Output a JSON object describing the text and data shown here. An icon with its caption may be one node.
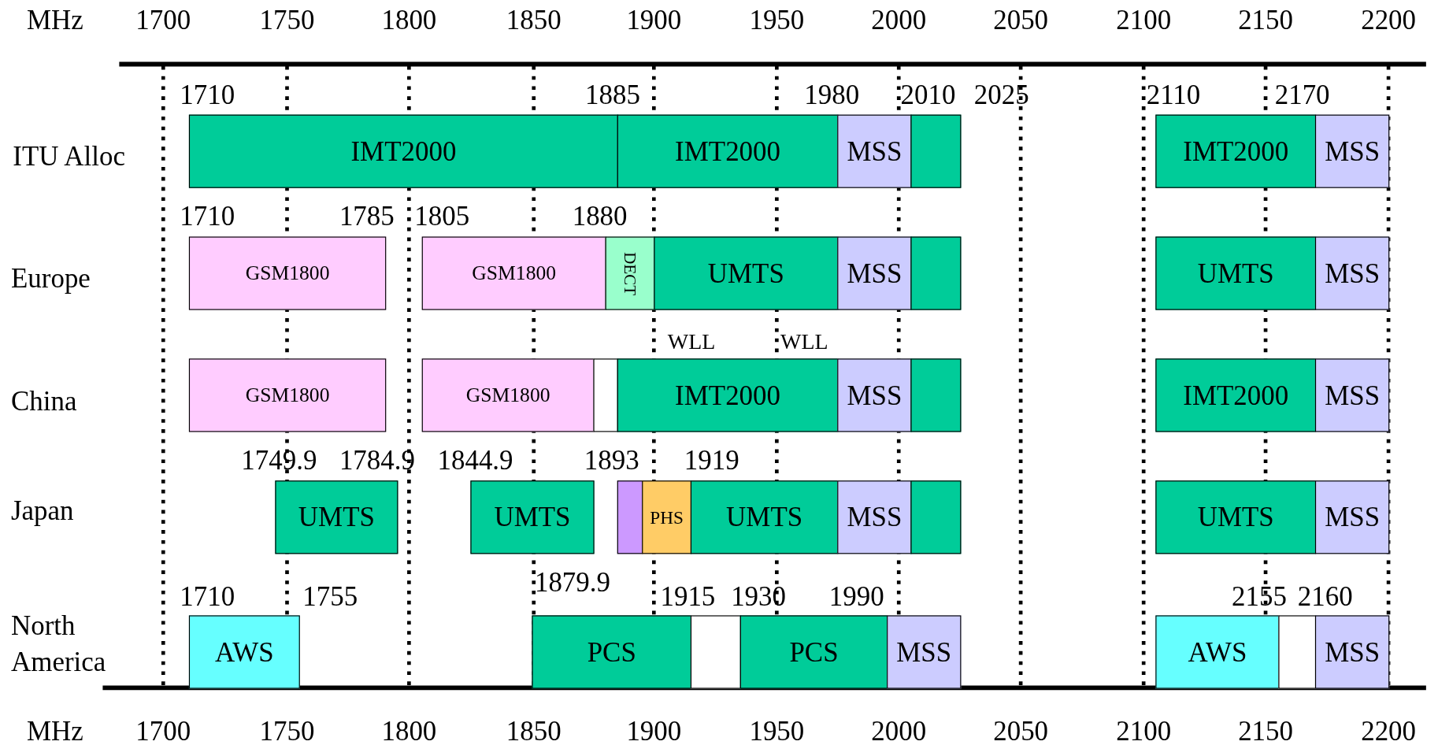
{
  "diagram": {
    "nodes": [
      {
        "text": [
          "IMT2000"
        ]
      },
      {
        "text": [
          "IMT2000"
        ]
      },
      {
        "text": [
          "MSS"
        ]
      },
      {
        "text": [],
        "shape": "bar"
      },
      {
        "text": [
          "IMT2000"
        ]
      },
      {
        "text": [
          "MSS"
        ]
      },
      {
        "text": [
          "GSM1800"
        ]
      },
      {
        "text": [
          "GSM1800"
        ]
      },
      {
        "text": [
          "DECT"
        ]
      },
      {
        "text": [
          "UMTS"
        ]
      },
      {
        "text": [
          "MSS"
        ]
      },
      {
        "text": [],
        "shape": "bar"
      },
      {
        "text": [
          "UMTS"
        ]
      },
      {
        "text": [
          "MSS"
        ]
      },
      {
        "text": [
          "GSM1800"
        ]
      },
      {
        "text": [
          "GSM1800"
        ]
      },
      {
        "text": [],
        "shape": "bar"
      },
      {
        "text": [
          "IMT2000"
        ]
      },
      {
        "text": [
          "MSS"
        ]
      },
      {
        "text": [],
        "shape": "bar"
      },
      {
        "text": [
          "IMT2000"
        ]
      },
      {
        "text": [
          "MSS"
        ]
      },
      {
        "text": [
          "UMTS"
        ]
      },
      {
        "text": [
          "UMTS"
        ]
      },
      {
        "text": [],
        "shape": "bar"
      },
      {
        "text": [
          "PHS"
        ]
      },
      {
        "text": [
          "UMTS"
        ]
      },
      {
        "text": [
          "MSS"
        ]
      },
      {
        "text": [],
        "shape": "bar"
      },
      {
        "text": [
          "UMTS"
        ]
      },
      {
        "text": [
          "MSS"
        ]
      },
      {
        "text": [
          "AWS"
        ]
      },
      {
        "text": [
          "PCS"
        ]
      },
      {
        "text": [],
        "shape": "bar"
      },
      {
        "text": [
          "PCS"
        ]
      },
      {
        "text": [
          "MSS"
        ]
      },
      {
        "text": [
          "AWS"
        ]
      },
      {
        "text": [],
        "shape": "bar"
      },
      {
        "text": [
          "MSS"
        ]
      }
    ],
    "labels": [
      "MHz",
      "1700",
      "1750",
      "1800",
      "1850",
      "1900",
      "1950",
      "2000",
      "2050",
      "2100",
      "2150",
      "2200",
      "1710",
      "1885",
      "1980",
      "2010",
      "2025",
      "2110",
      "2170",
      "ITU Alloc",
      "1710",
      "1785",
      "1805",
      "1880",
      "Europe",
      "WLL",
      "WLL",
      "China",
      "1749.9",
      "1784.9",
      "1844.9",
      "1893",
      "1919",
      "Japan",
      "1879.9",
      "1710",
      "1755",
      "1915",
      "1930",
      "1990",
      "2155",
      "2160",
      "North America",
      "MHz",
      "1700",
      "1750",
      "1800",
      "1850",
      "1900",
      "1950",
      "2000",
      "2050",
      "2100",
      "2150",
      "2200"
    ]
  }
}
